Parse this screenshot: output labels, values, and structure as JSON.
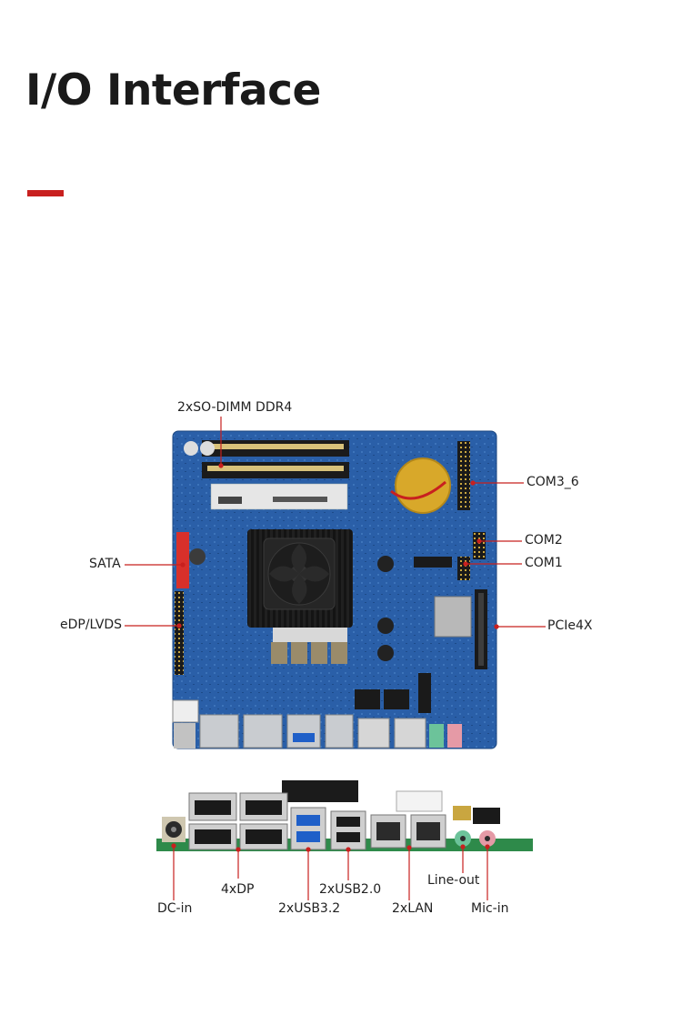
{
  "page": {
    "title": "I/O Interface",
    "accent_color": "#c8201f",
    "callout_color": "#c8201f"
  },
  "board_top_labels": {
    "sodimm": "2xSO-DIMM DDR4",
    "com3_6": "COM3_6",
    "com2": "COM2",
    "com1": "COM1",
    "sata": "SATA",
    "edp_lvds": "eDP/LVDS",
    "pcie": "PCIe4X"
  },
  "board_rear_labels": {
    "dp": "4xDP",
    "usb20": "2xUSB2.0",
    "lineout": "Line-out",
    "dcin": "DC-in",
    "usb32": "2xUSB3.2",
    "lan": "2xLAN",
    "micin": "Mic-in"
  },
  "board_colors": {
    "pcb": "#2a5fa8",
    "heatsink": "#1c1c1c",
    "port_metal": "#c9ccd0",
    "usb3_blue": "#1f5fc8",
    "audio_green": "#6cc39a",
    "audio_pink": "#e59aa6",
    "sata_red": "#d8302a"
  }
}
